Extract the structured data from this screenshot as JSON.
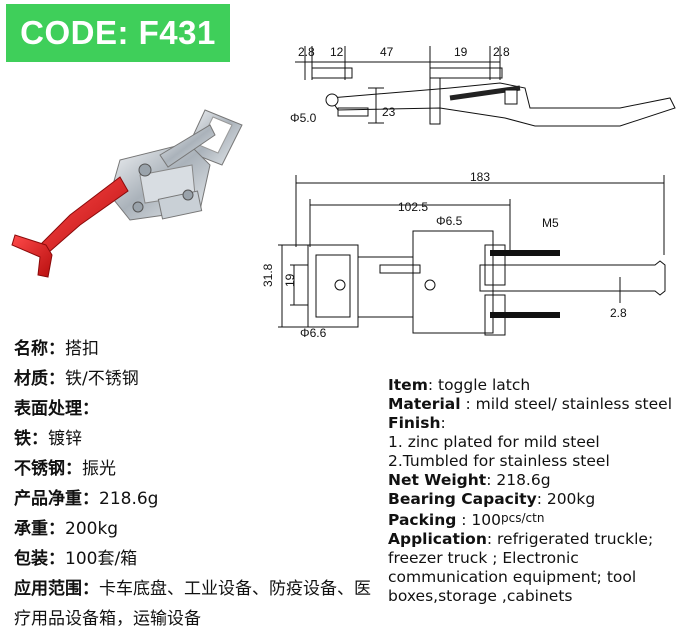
{
  "badge": {
    "code": "CODE: F431"
  },
  "dims": {
    "top": [
      "2.8",
      "12",
      "47",
      "19",
      "2.8"
    ],
    "hole": "Φ5.0",
    "height": "23",
    "overall": "183",
    "mid": "102.5",
    "hole2": "Φ6.5",
    "screw": "M5",
    "w1": "31.8",
    "w2": "19",
    "right": "2.8",
    "hole3": "Φ6.6"
  },
  "cn": {
    "name_k": "名称：",
    "name_v": "搭扣",
    "mat_k": "材质：",
    "mat_v": "铁/不锈钢",
    "finish_k": "表面处理：",
    "iron_k": "铁：",
    "iron_v": "镀锌",
    "ss_k": "不锈钢：",
    "ss_v": "振光",
    "weight_k": "产品净重：",
    "weight_v": "218.6g",
    "load_k": "承重：",
    "load_v": "200kg",
    "pack_k": "包装：",
    "pack_v": "100套/箱",
    "app_k": "应用范围：",
    "app_v": "卡车底盘、工业设备、防疫设备、医疗用品设备箱，运输设备"
  },
  "en": {
    "item_k": "Item",
    "item_v": ": toggle latch",
    "mat_k": "Material",
    "mat_v": " : mild steel/ stainless steel",
    "finish_k": "Finish",
    "finish_colon": ":",
    "f1": "1. zinc plated for mild steel",
    "f2": "2.Tumbled for stainless steel",
    "nw_k": "Net Weight",
    "nw_v": ": 218.6g",
    "bc_k": "Bearing Capacity",
    "bc_v": ": 200kg",
    "pk_k": "Packing",
    "pk_v": " : 100",
    "pk_unit": "pcs/ctn",
    "ap_k": "Application",
    "ap_v": ": refrigerated truckle; freezer truck ; Electronic communication equipment; tool boxes,storage ,cabinets"
  }
}
